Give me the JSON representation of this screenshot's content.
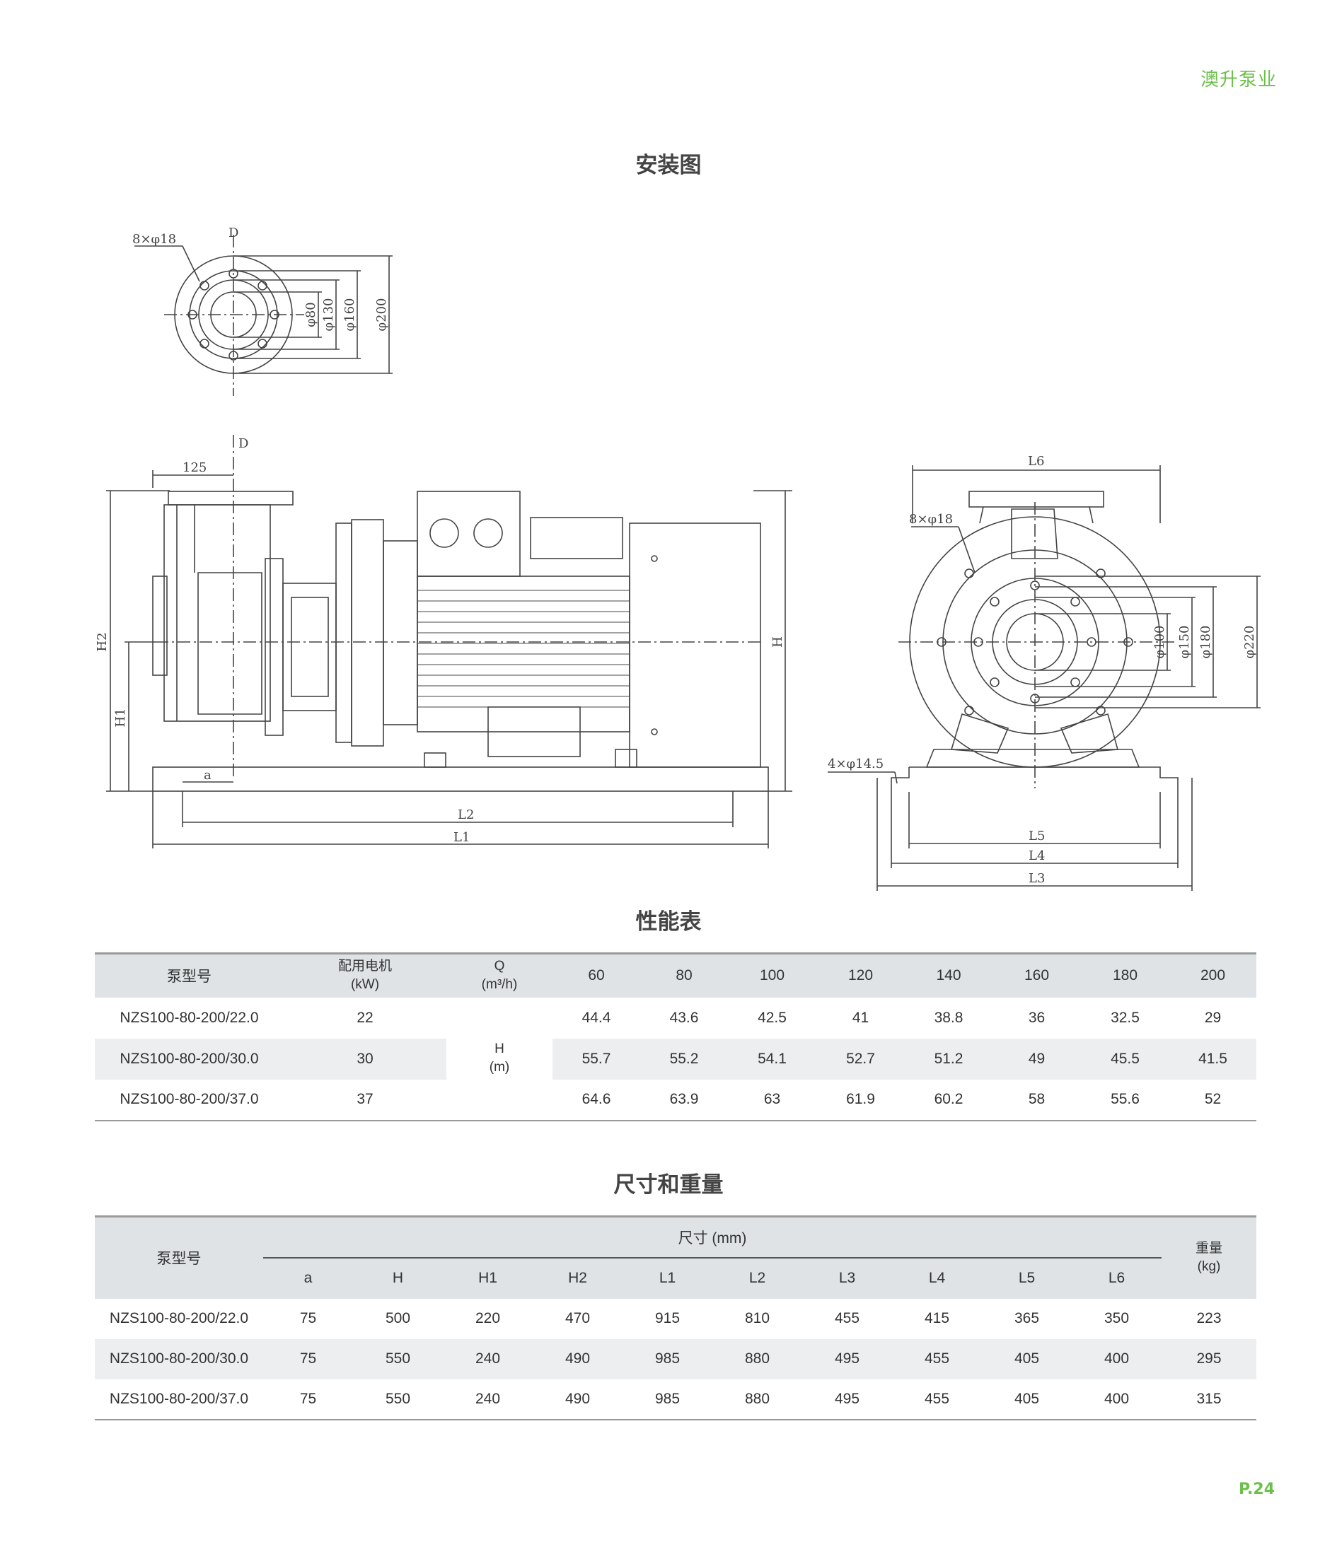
{
  "brand": "澳升泵业",
  "page_number": "P.24",
  "sections": {
    "installation": "安装图",
    "performance": "性能表",
    "dimensions": "尺寸和重量"
  },
  "drawing_labels": {
    "flange_top": {
      "D": "D",
      "holes": "8×φ18",
      "d80": "φ80",
      "d130": "φ130",
      "d160": "φ160",
      "d200": "φ200"
    },
    "side_view": {
      "dim125": "125",
      "D": "D",
      "H2": "H2",
      "H1": "H1",
      "H": "H",
      "a": "a",
      "L2": "L2",
      "L1": "L1"
    },
    "front_view": {
      "L6": "L6",
      "holes_top": "8×φ18",
      "holes_base": "4×φ14.5",
      "d100": "φ100",
      "d150": "φ150",
      "d180": "φ180",
      "d220": "φ220",
      "L5": "L5",
      "L4": "L4",
      "L3": "L3"
    }
  },
  "performance_table": {
    "model_header": "泵型号",
    "motor_header_1": "配用电机",
    "motor_header_2": "(kW)",
    "q_header_1": "Q",
    "q_header_2": "(m³/h)",
    "h_label_1": "H",
    "h_label_2": "(m)",
    "flows": [
      "60",
      "80",
      "100",
      "120",
      "140",
      "160",
      "180",
      "200"
    ],
    "rows": [
      {
        "model": "NZS100-80-200/22.0",
        "motor": "22",
        "values": [
          "44.4",
          "43.6",
          "42.5",
          "41",
          "38.8",
          "36",
          "32.5",
          "29"
        ]
      },
      {
        "model": "NZS100-80-200/30.0",
        "motor": "30",
        "values": [
          "55.7",
          "55.2",
          "54.1",
          "52.7",
          "51.2",
          "49",
          "45.5",
          "41.5"
        ]
      },
      {
        "model": "NZS100-80-200/37.0",
        "motor": "37",
        "values": [
          "64.6",
          "63.9",
          "63",
          "61.9",
          "60.2",
          "58",
          "55.6",
          "52"
        ]
      }
    ]
  },
  "dimensions_table": {
    "model_header": "泵型号",
    "size_header": "尺寸 (mm)",
    "weight_header_1": "重量",
    "weight_header_2": "(kg)",
    "columns": [
      "a",
      "H",
      "H1",
      "H2",
      "L1",
      "L2",
      "L3",
      "L4",
      "L5",
      "L6"
    ],
    "rows": [
      {
        "model": "NZS100-80-200/22.0",
        "values": [
          "75",
          "500",
          "220",
          "470",
          "915",
          "810",
          "455",
          "415",
          "365",
          "350"
        ],
        "weight": "223"
      },
      {
        "model": "NZS100-80-200/30.0",
        "values": [
          "75",
          "550",
          "240",
          "490",
          "985",
          "880",
          "495",
          "455",
          "405",
          "400"
        ],
        "weight": "295"
      },
      {
        "model": "NZS100-80-200/37.0",
        "values": [
          "75",
          "550",
          "240",
          "490",
          "985",
          "880",
          "495",
          "455",
          "405",
          "400"
        ],
        "weight": "315"
      }
    ]
  }
}
